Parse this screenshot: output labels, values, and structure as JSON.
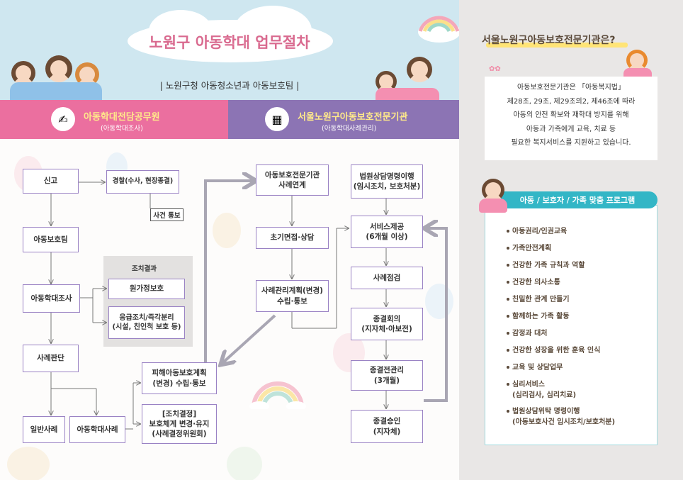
{
  "header": {
    "title": "노원구 아동학대 업무절차",
    "subtitle": "| 노원구청 아동청소년과 아동보호팀 |"
  },
  "bars": {
    "left": {
      "title": "아동학대전담공무원",
      "sub": "(아동학대조사)"
    },
    "right": {
      "title": "서울노원구아동보호전문기관",
      "sub": "(아동학대사례관리)"
    }
  },
  "flow": {
    "report": "신고",
    "police": "경찰(수사, 현장종결)",
    "case_notice": "사건 통보",
    "protect_team": "아동보호팀",
    "investigation": "아동학대조사",
    "measure_title": "조치결과",
    "home_protect": "원가정보호",
    "emergency_l1": "응급조치/즉각분리",
    "emergency_l2": "(시설, 친인척 보호 등)",
    "judgement": "사례판단",
    "general_case": "일반사례",
    "abuse_case": "아동학대사례",
    "victim_plan_l1": "피해아동보호계획",
    "victim_plan_l2": "(변경) 수립·통보",
    "decision_l1": "[조치결정]",
    "decision_l2": "보호체계 변경·유지",
    "decision_l3": "(사례결정위원회)",
    "agency_link_l1": "아동보호전문기관",
    "agency_link_l2": "사례연계",
    "initial_interview": "초기면접·상담",
    "case_plan_l1": "사례관리계획(변경)",
    "case_plan_l2": "수립·통보",
    "court_l1": "법원상담명령이행",
    "court_l2": "(임시조치, 보호처분)",
    "service_l1": "서비스제공",
    "service_l2": "(6개월 이상)",
    "case_check": "사례점검",
    "close_meeting_l1": "종결회의",
    "close_meeting_l2": "(지자체·아보전)",
    "after_close_l1": "종결전관리",
    "after_close_l2": "(3개월)",
    "close_approve_l1": "종결승인",
    "close_approve_l2": "(지자체)"
  },
  "info": {
    "title": "서울노원구아동보호전문기관은?",
    "lines": [
      "아동보호전문기관은 「아동복지법」",
      "제28조, 29조, 제29조의2, 제46조에 따라",
      "아동의 안전 확보와 재학대 방지를 위해",
      "아동과 가족에게 교육, 치료 등",
      "필요한 복지서비스를 지원하고 있습니다."
    ]
  },
  "program": {
    "title": "아동 / 보호자 / 가족 맞춤 프로그램",
    "items": [
      "아동권리/인권교육",
      "가족안전계획",
      "건강한 가족 규칙과 역할",
      "건강한 의사소통",
      "친밀한 관계 만들기",
      "함께하는 가족 활동",
      "감정과 대처",
      "건강한 성장을 위한 훈육 인식",
      "교육 및 상담업무"
    ],
    "item_psych_l1": "심리서비스",
    "item_psych_l2": "(심리검사, 심리치료)",
    "item_court_l1": "법원상담위탁 명령이행",
    "item_court_l2": "(아동보호사건 임시조치/보호처분)"
  },
  "colors": {
    "pink": "#eb6f9f",
    "purple": "#8c74b4",
    "box_border": "#9a82c4",
    "teal": "#33b6c6",
    "sky": "#cfe7f0"
  }
}
